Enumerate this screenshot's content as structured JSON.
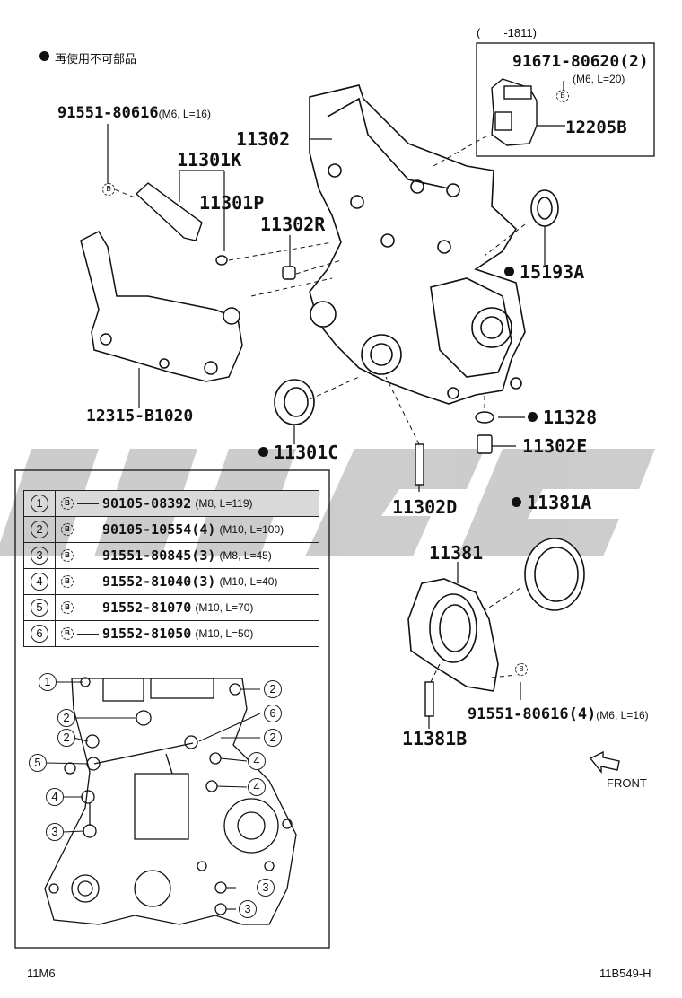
{
  "header": {
    "legend_text": "再使用不可部品",
    "range_label": "(　　-1811)"
  },
  "parts": {
    "p_91671": "91671-80620(2)",
    "p_91671_spec": "(M6, L=20)",
    "p_12205B": "12205B",
    "p_91551_top": "91551-80616",
    "p_91551_top_spec": "(M6, L=16)",
    "p_11302": "11302",
    "p_11301K": "11301K",
    "p_11301P": "11301P",
    "p_11302R": "11302R",
    "p_15193A": "15193A",
    "p_12315": "12315-B1020",
    "p_11328": "11328",
    "p_11302E": "11302E",
    "p_11301C": "11301C",
    "p_11302D": "11302D",
    "p_11381A": "11381A",
    "p_11381": "11381",
    "p_91551_bottom": "91551-80616(4)",
    "p_91551_bottom_spec": "(M6, L=16)",
    "p_11381B": "11381B",
    "front_label": "FRONT",
    "b_mark": "B"
  },
  "bolt_table": [
    {
      "num": "1",
      "part": "90105-08392",
      "spec": "(M8, L=119)"
    },
    {
      "num": "2",
      "part": "90105-10554(4)",
      "spec": "(M10, L=100)"
    },
    {
      "num": "3",
      "part": "91551-80845(3)",
      "spec": "(M8, L=45)"
    },
    {
      "num": "4",
      "part": "91552-81040(3)",
      "spec": "(M10, L=40)"
    },
    {
      "num": "5",
      "part": "91552-81070",
      "spec": "(M10, L=70)"
    },
    {
      "num": "6",
      "part": "91552-81050",
      "spec": "(M10, L=50)"
    }
  ],
  "map_callouts": [
    "1",
    "2",
    "2",
    "6",
    "2",
    "2",
    "5",
    "4",
    "4",
    "4",
    "3",
    "3",
    "3"
  ],
  "footer": {
    "left_code": "11M6",
    "right_code": "11B549-H"
  },
  "colors": {
    "watermark": "#bdbdbd",
    "line": "#111111",
    "table_header_bg": "#d9d9d9"
  }
}
